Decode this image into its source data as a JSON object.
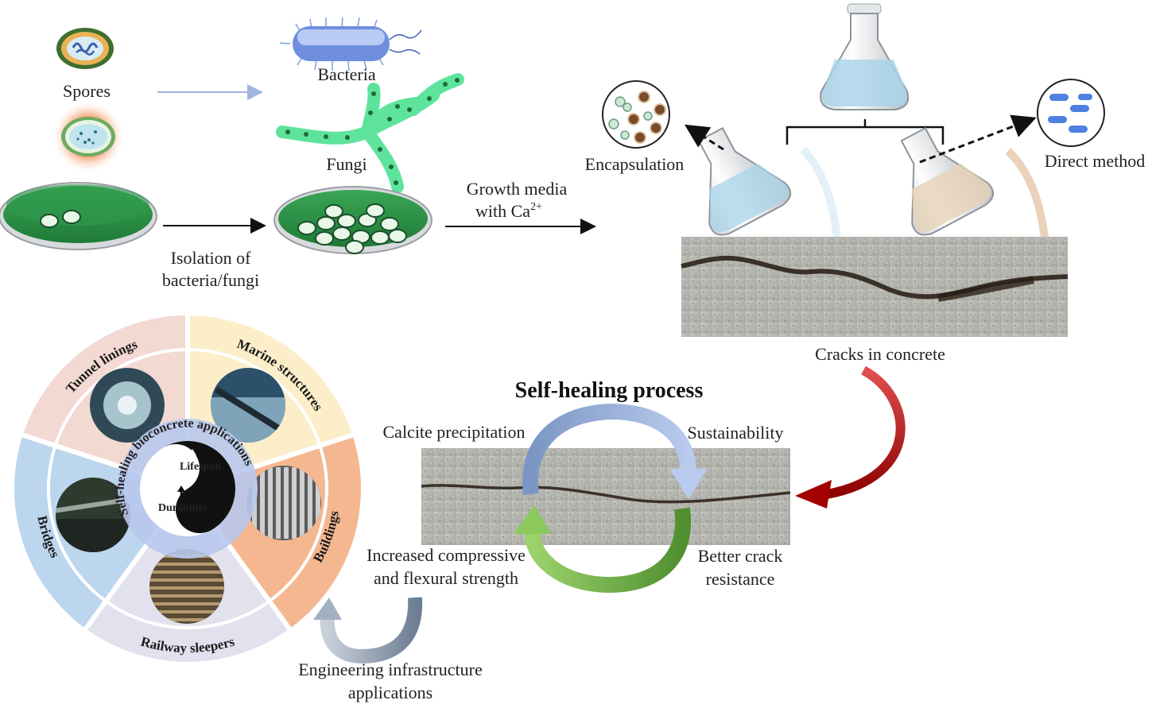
{
  "isolation": {
    "spores": "Spores",
    "bacteria": "Bacteria",
    "fungi": "Fungi",
    "isolation_line1": "Isolation of",
    "isolation_line2": "bacteria/fungi"
  },
  "growth": {
    "line1": "Growth media",
    "line2": "with Ca",
    "sup": "2+"
  },
  "methods": {
    "encapsulation": "Encapsulation",
    "direct": "Direct method"
  },
  "cracks": {
    "label": "Cracks in concrete"
  },
  "cycle": {
    "title": "Self-healing process",
    "calcite": "Calcite precipitation",
    "sustainability": "Sustainability",
    "strength_line1": "Increased compressive",
    "strength_line2": "and flexural strength",
    "crack_res_line1": "Better crack",
    "crack_res_line2": "resistance"
  },
  "wheel": {
    "ring_text": "Self-healing bioconcrete applications",
    "lifespan": "Lifespan",
    "durability": "Durability",
    "segments": {
      "tunnel": "Tunnel linings",
      "marine": "Marine structures",
      "buildings": "Buildings",
      "railway": "Railway sleepers",
      "bridges": "Bridges"
    },
    "colors": {
      "tunnel": "#f2d9d2",
      "marine": "#fbeec9",
      "buildings": "#f5b790",
      "railway": "#e2e2ee",
      "bridges": "#bcd6ee"
    }
  },
  "infra": {
    "line1": "Engineering infrastructure",
    "line2": "applications"
  }
}
